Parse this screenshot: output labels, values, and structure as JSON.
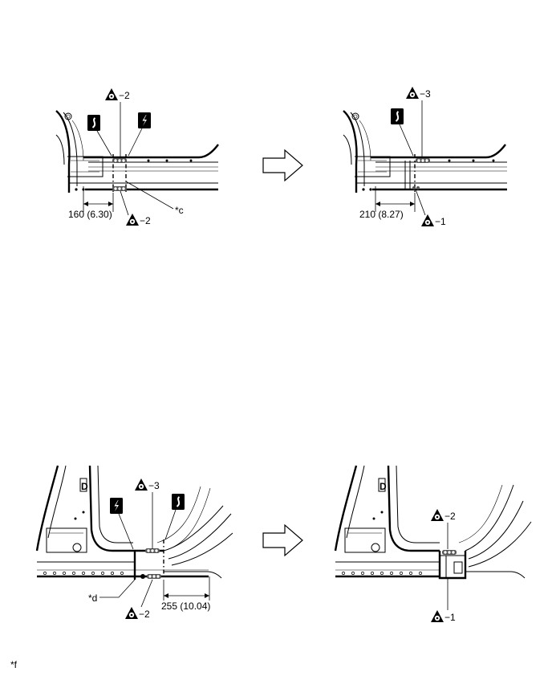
{
  "panels": {
    "top_left": {
      "weld_top": "−2",
      "weld_bottom": "−2",
      "dimension": "160 (6.30)",
      "callout": "*c"
    },
    "top_right": {
      "weld_top": "−3",
      "weld_bottom": "−1",
      "dimension": "210 (8.27)"
    },
    "bottom_left": {
      "weld_top": "−3",
      "weld_bottom": "−2",
      "dimension": "255 (10.04)",
      "callout": "*d"
    },
    "bottom_right": {
      "weld_top": "−2",
      "weld_bottom": "−1"
    }
  },
  "sidebar_callout": "D",
  "footnote": "*f",
  "icons": {
    "weld_symbol": "spot-weld-icon",
    "cut_wavy": "rough-cut-icon",
    "cut_straight": "saw-cut-icon",
    "arrow": "arrow-right-icon"
  }
}
